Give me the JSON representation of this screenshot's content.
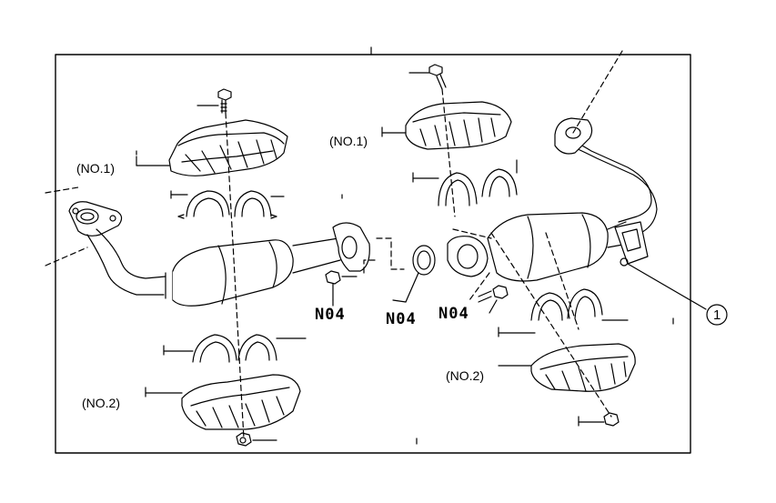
{
  "labels": {
    "no1_left": "(NO.1)",
    "no1_right": "(NO.1)",
    "no2_left": "(NO.2)",
    "no2_right": "(NO.2)",
    "n04_a": "N04",
    "n04_b": "N04",
    "n04_c": "N04",
    "callout_1": "1"
  },
  "colors": {
    "line": "#000000",
    "background": "#ffffff"
  }
}
